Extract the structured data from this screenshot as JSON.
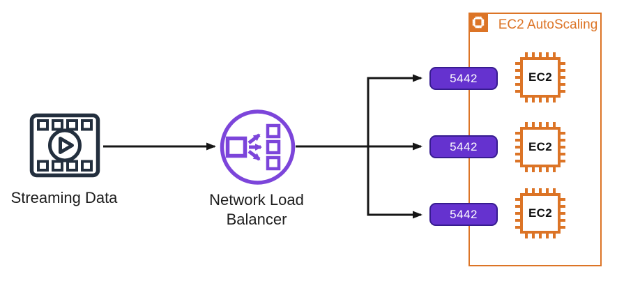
{
  "diagram": {
    "source_node": {
      "label": "Streaming Data"
    },
    "load_balancer": {
      "label_line1": "Network Load",
      "label_line2": "Balancer"
    },
    "autoscaling_group": {
      "label": "EC2 AutoScaling",
      "ports": [
        {
          "value": "5442"
        },
        {
          "value": "5442"
        },
        {
          "value": "5442"
        }
      ],
      "instances": [
        {
          "label": "EC2"
        },
        {
          "label": "EC2"
        },
        {
          "label": "EC2"
        }
      ]
    },
    "colors": {
      "navy_icon": "#232F3E",
      "purple_icon": "#7C45DA",
      "port_fill": "#6532CF",
      "port_border": "#371C90",
      "orange": "#DC7426",
      "connector": "#161616"
    }
  }
}
